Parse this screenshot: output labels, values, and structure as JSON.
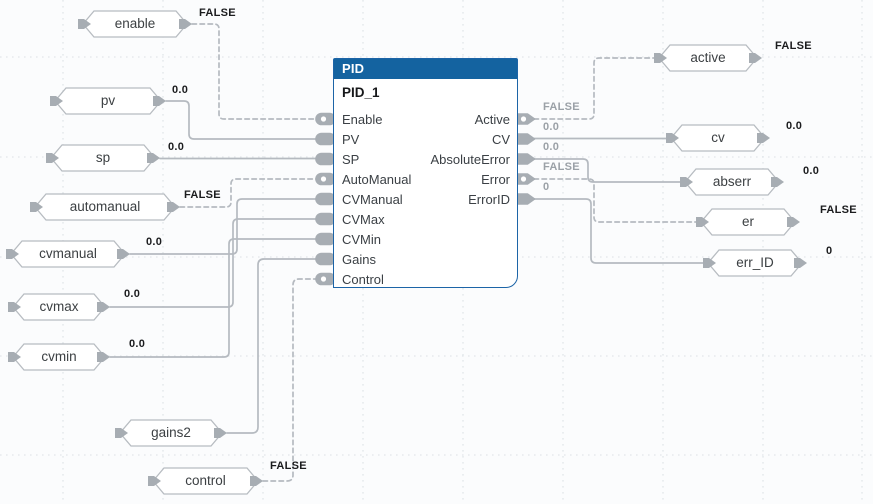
{
  "colors": {
    "block_header": "#1463a0",
    "block_border": "#1c64a7",
    "wire": "#b5bac0",
    "tag_border": "#b7bcc1",
    "connector": "#a7adb3",
    "value_text": "#1b1c1e",
    "pin_value_text": "#9ba1a7"
  },
  "block": {
    "type_name": "PID",
    "instance_name": "PID_1",
    "inputs": [
      {
        "name": "Enable",
        "bool_pin": true
      },
      {
        "name": "PV"
      },
      {
        "name": "SP"
      },
      {
        "name": "AutoManual",
        "bool_pin": true
      },
      {
        "name": "CVManual"
      },
      {
        "name": "CVMax"
      },
      {
        "name": "CVMin"
      },
      {
        "name": "Gains"
      },
      {
        "name": "Control",
        "bool_pin": true
      }
    ],
    "outputs": [
      {
        "name": "Active",
        "value": "FALSE",
        "bool_pin": true
      },
      {
        "name": "CV",
        "value": "0.0"
      },
      {
        "name": "AbsoluteError",
        "value": "0.0"
      },
      {
        "name": "Error",
        "value": "FALSE",
        "bool_pin": true
      },
      {
        "name": "ErrorID",
        "value": "0"
      }
    ]
  },
  "tags_left": [
    {
      "label": "enable",
      "value": "FALSE"
    },
    {
      "label": "pv",
      "value": "0.0"
    },
    {
      "label": "sp",
      "value": "0.0"
    },
    {
      "label": "automanual",
      "value": "FALSE"
    },
    {
      "label": "cvmanual",
      "value": "0.0"
    },
    {
      "label": "cvmax",
      "value": "0.0"
    },
    {
      "label": "cvmin",
      "value": "0.0"
    },
    {
      "label": "gains2"
    },
    {
      "label": "control",
      "value": "FALSE"
    }
  ],
  "tags_right": [
    {
      "label": "active",
      "value": "FALSE"
    },
    {
      "label": "cv",
      "value": "0.0"
    },
    {
      "label": "abserr",
      "value": "0.0"
    },
    {
      "label": "er",
      "value": "FALSE"
    },
    {
      "label": "err_ID",
      "value": "0"
    }
  ]
}
